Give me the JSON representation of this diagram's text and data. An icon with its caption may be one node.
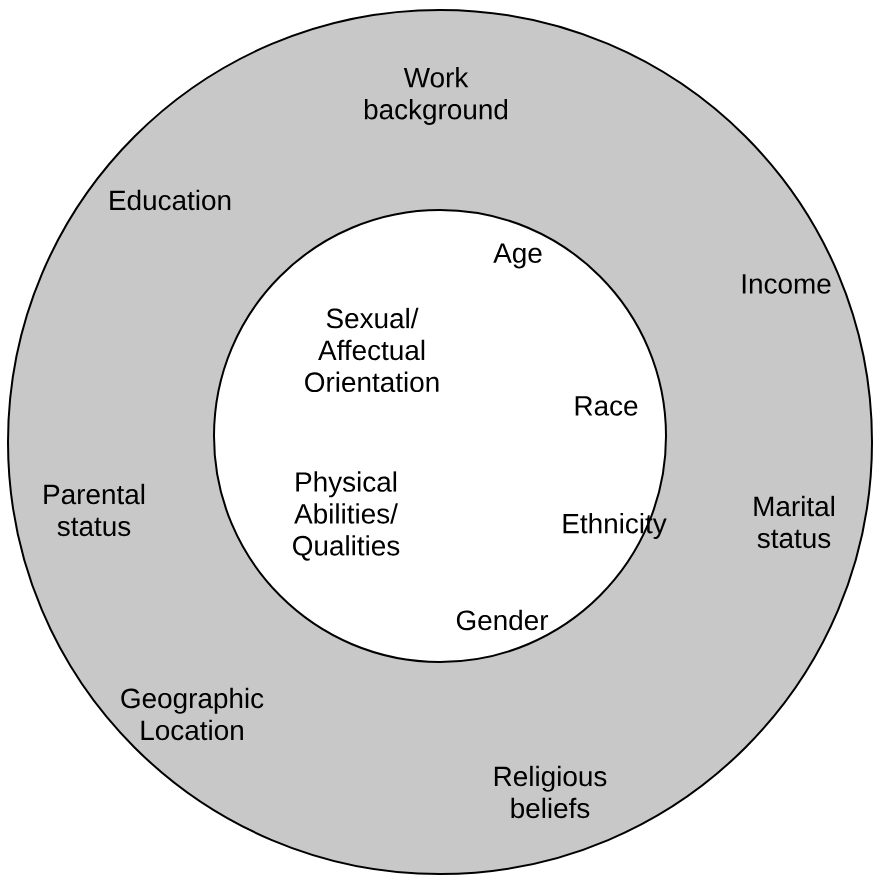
{
  "diagram": {
    "nodes": [
      {
        "text": [
          "Work background",
          "Education",
          "Income",
          "Parental status",
          "Marital status",
          "Geographic Location",
          "Religious beliefs"
        ]
      },
      {
        "text": [
          "Age",
          "Sexual/ Affectual Orientation",
          "Race",
          "Physical Abilities/ Qualities",
          "Ethnicity",
          "Gender"
        ],
        "in": 0
      }
    ]
  }
}
